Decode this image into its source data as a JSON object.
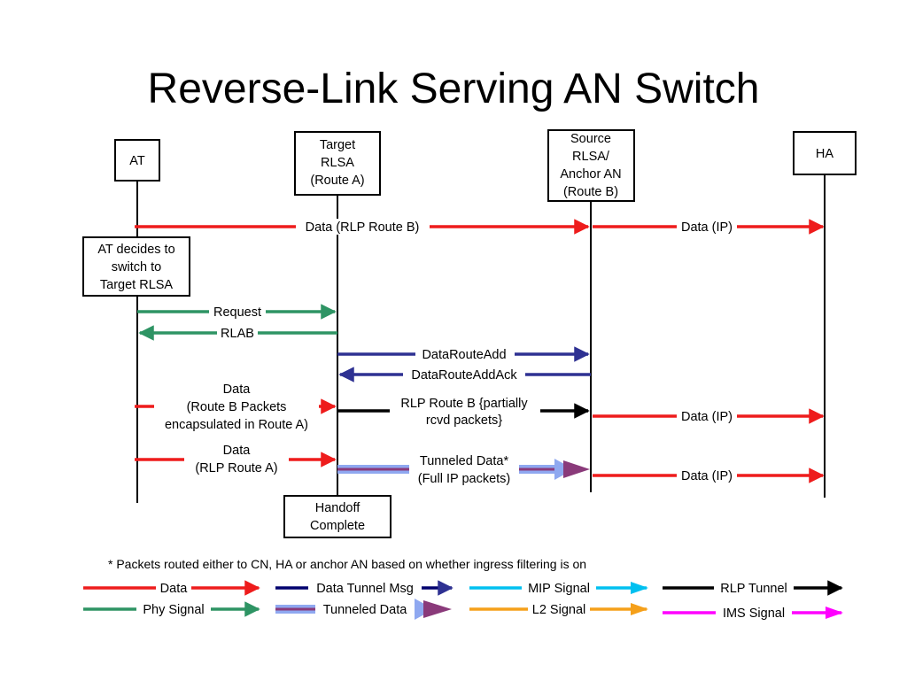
{
  "title": "Reverse-Link Serving AN Switch",
  "entities": {
    "at": [
      "AT"
    ],
    "target": [
      "Target",
      "RLSA",
      "(Route A)"
    ],
    "source": [
      "Source",
      "RLSA/",
      "Anchor AN",
      "(Route B)"
    ],
    "ha": [
      "HA"
    ]
  },
  "at_decides": [
    "AT decides to",
    "switch to",
    "Target RLSA"
  ],
  "handoff": [
    "Handoff",
    "Complete"
  ],
  "messages": {
    "data_rlp_b": "Data (RLP Route B)",
    "data_ip_1": "Data (IP)",
    "request": "Request",
    "rlab": "RLAB",
    "dra": "DataRouteAdd",
    "draack": "DataRouteAddAck",
    "data_b_encap": [
      "Data",
      "(Route B Packets",
      "encapsulated in Route A)"
    ],
    "rlp_b_partial": [
      "RLP Route B {partially",
      "rcvd packets}"
    ],
    "data_ip_2": "Data (IP)",
    "data_rlp_a": [
      "Data",
      "(RLP Route A)"
    ],
    "tunneled": [
      "Tunneled Data*",
      "(Full IP packets)"
    ],
    "data_ip_3": "Data (IP)"
  },
  "footnote": "* Packets routed either to CN, HA or anchor AN based on whether ingress filtering is on",
  "legend": {
    "data": "Data",
    "data_tunnel_msg": "Data Tunnel Msg",
    "mip_signal": "MIP Signal",
    "rlp_tunnel": "RLP Tunnel",
    "phy_signal": "Phy Signal",
    "tunneled_data": "Tunneled Data",
    "l2_signal": "L2 Signal",
    "ims_signal": "IMS Signal"
  },
  "colors": {
    "data": "#ee1c1c",
    "phy": "#2e9464",
    "tunnel_msg": "#2e3192",
    "tunnel_msg_legend": "#00006e",
    "mip": "#00c0f0",
    "rlp": "#000000",
    "l2": "#f5a01a",
    "ims": "#ff00ff",
    "tunnel_outer": "#8fa8f0",
    "tunnel_inner": "#8a3a7a"
  }
}
